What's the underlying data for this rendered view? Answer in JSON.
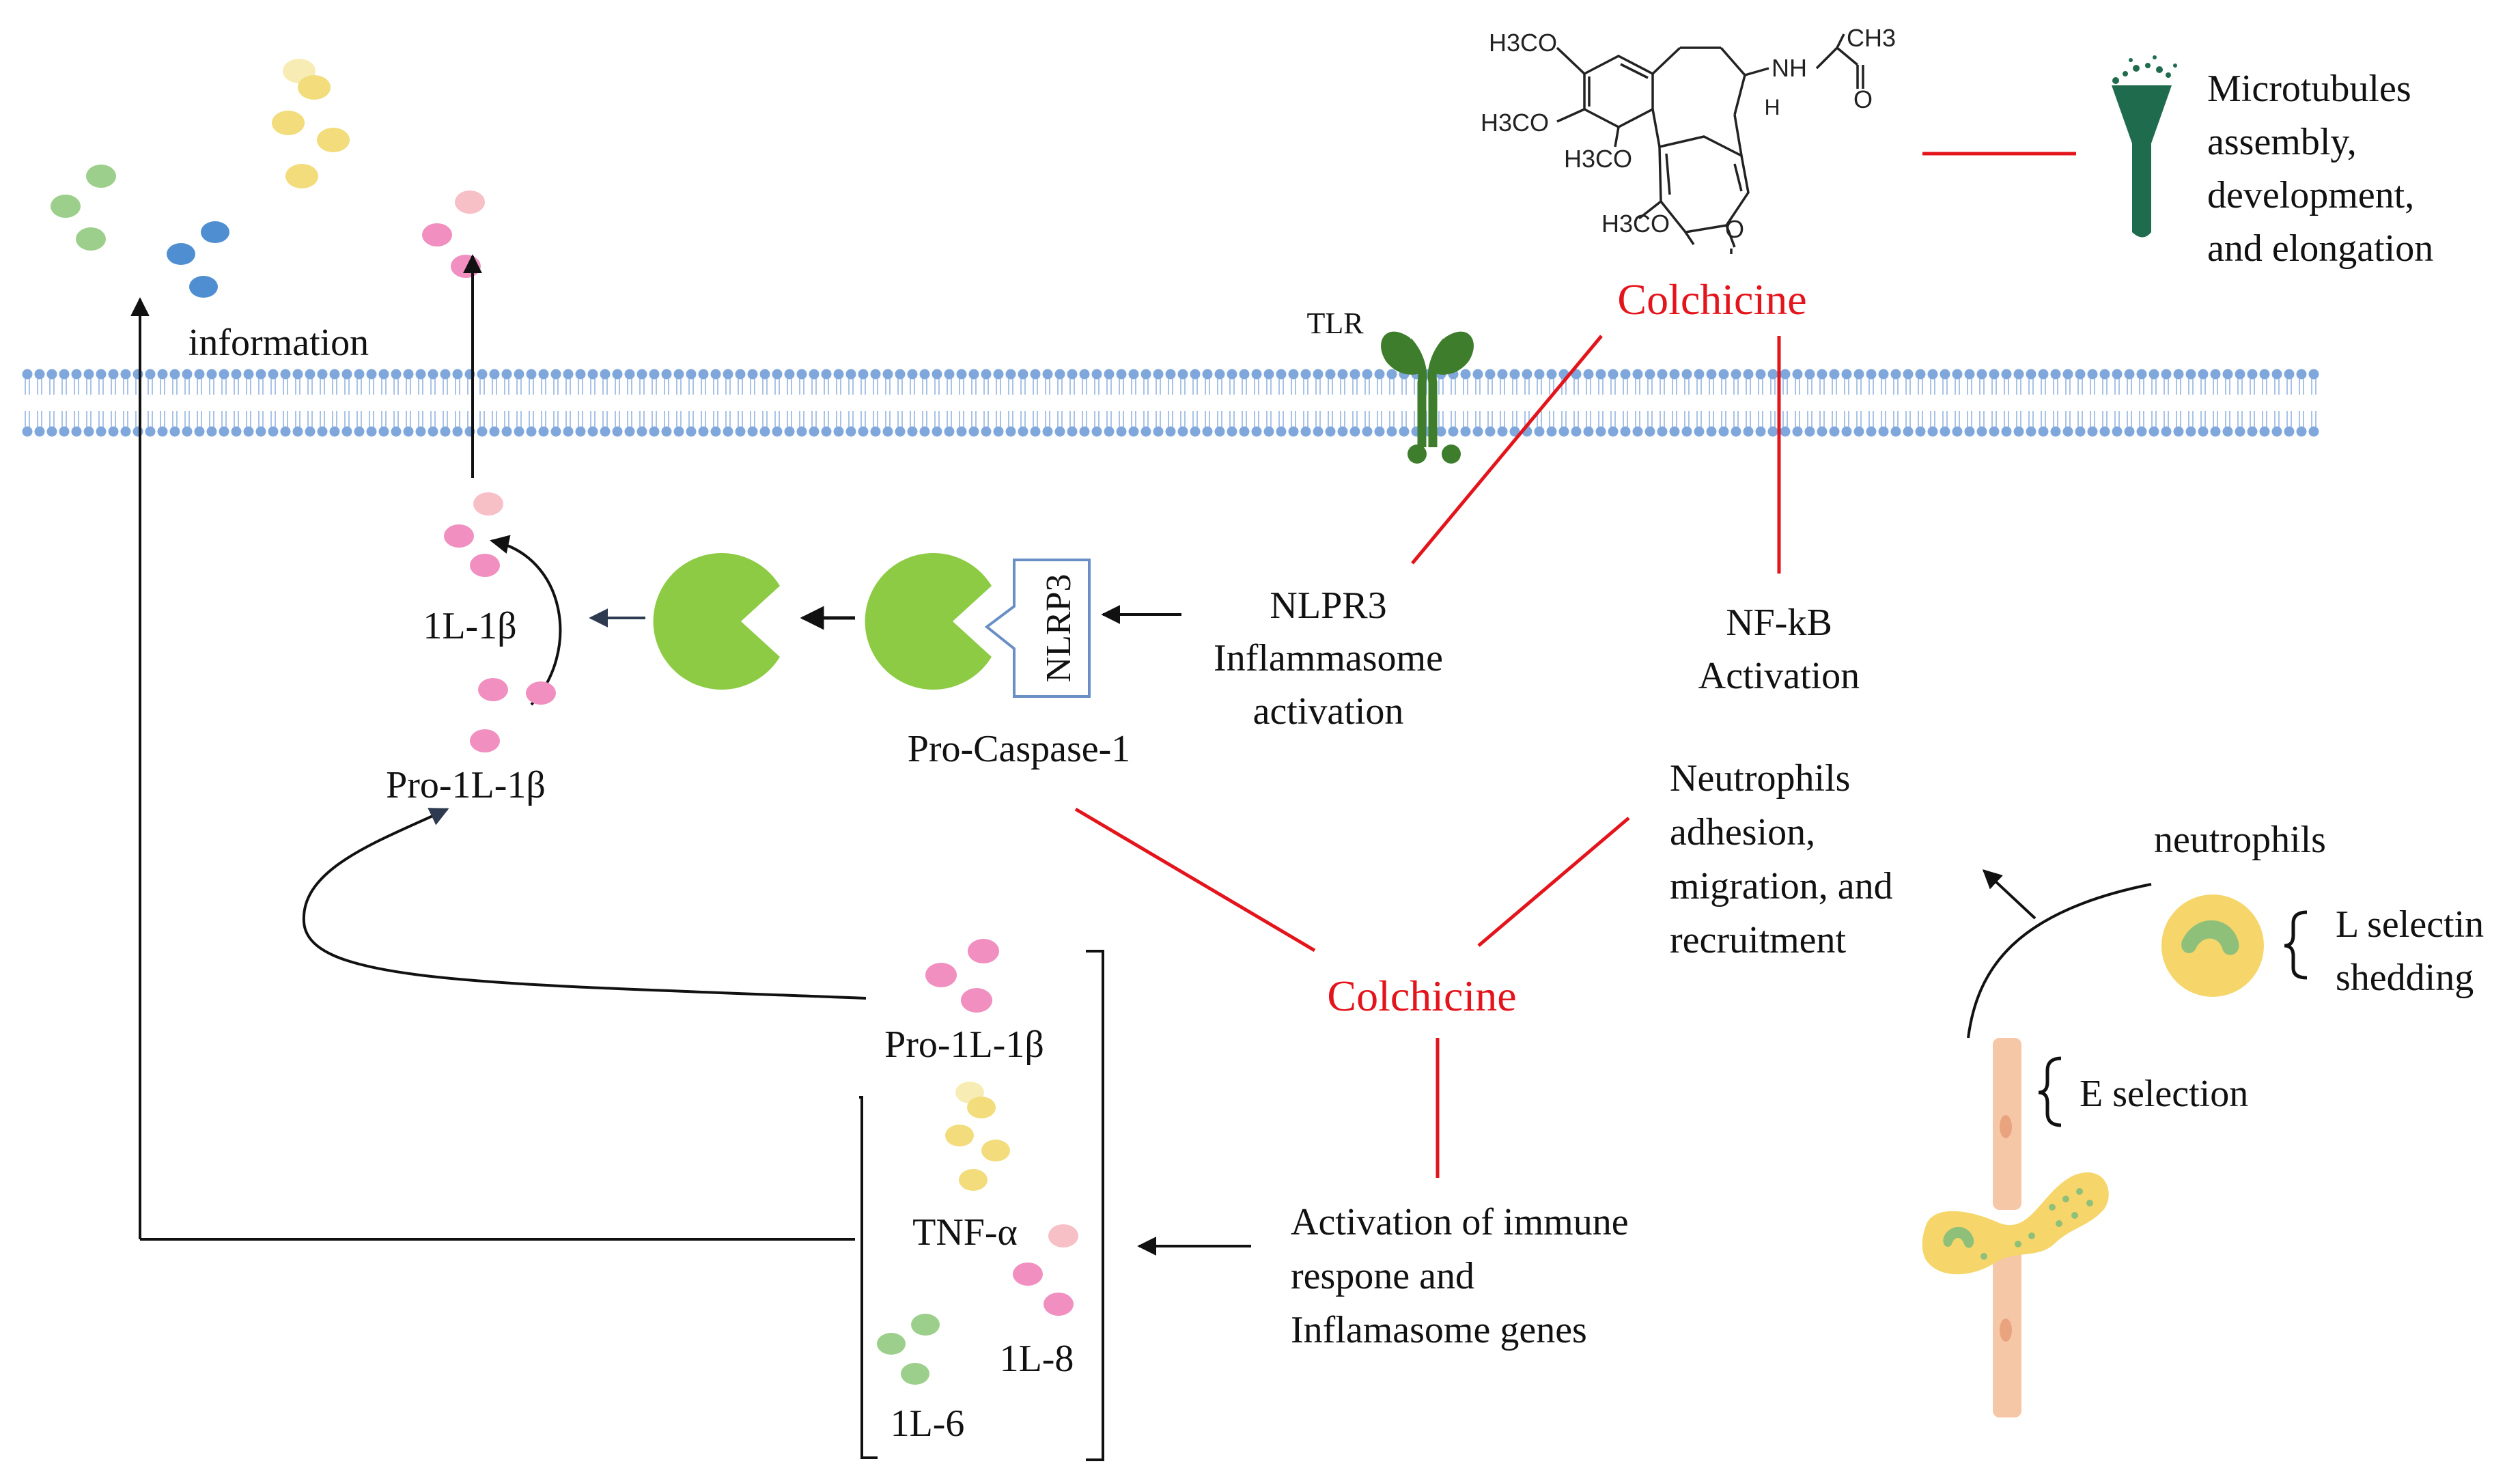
{
  "colors": {
    "membrane_head": "#7fa7dc",
    "membrane_tail": "#a9c3e8",
    "colchicine_red": "#e3141b",
    "inhibition_line": "#e3141b",
    "caspase_green": "#8dcb45",
    "tlr_green": "#3e7d2c",
    "microtubule_green": "#1f6b4d",
    "nlrp3_border": "#6a8fc5",
    "cytokine_green": "#9ccf8b",
    "cytokine_blue": "#4f8fd1",
    "cytokine_yellow": "#f2dc7b",
    "cytokine_pink": "#f08fc0",
    "cytokine_lightpink": "#f7bfc6",
    "neutrophil_yellow": "#f6d66a",
    "endothelium_peach": "#f6c7a6"
  },
  "icons": [
    "tlr-receptor-icon",
    "microtubule-icon",
    "pro-caspase-icon",
    "caspase-icon",
    "neutrophil-cell-icon",
    "endothelial-cell-icon",
    "colchicine-structure-icon"
  ],
  "labels": {
    "information": "information",
    "tlr": "TLR",
    "colchicine_top": "Colchicine",
    "colchicine_center": "Colchicine",
    "microtubules": [
      "Microtubules",
      "assembly,",
      "development,",
      "and elongation"
    ],
    "nlrp3_activation": [
      "NLPR3",
      "Inflammasome",
      "activation"
    ],
    "nfkb": [
      "NF-kB",
      "Activation"
    ],
    "nlrp3_box": "NLRP3",
    "pro_caspase": "Pro-Caspase-1",
    "il1b": "1L-1β",
    "pro_il1b_upper": "Pro-1L-1β",
    "pro_il1b_lower": "Pro-1L-1β",
    "neutrophils_process": [
      "Neutrophils",
      "adhesion,",
      "migration, and",
      "recruitment"
    ],
    "neutrophils": "neutrophils",
    "l_selectin": [
      "L selectin",
      "shedding"
    ],
    "e_selection": "E selection",
    "immune_activation": [
      "Activation of immune",
      "respone and",
      "Inflamasome genes"
    ],
    "tnf": "TNF-α",
    "il8": "1L-8",
    "il6": "1L-6"
  },
  "structure": {
    "groups": [
      "H3CO",
      "H3CO",
      "H3CO",
      "H3CO"
    ],
    "amide": "NH",
    "methyl": "CH3",
    "carbonyl_o": "O",
    "ketone_o": "O",
    "stereo_h": "H"
  }
}
